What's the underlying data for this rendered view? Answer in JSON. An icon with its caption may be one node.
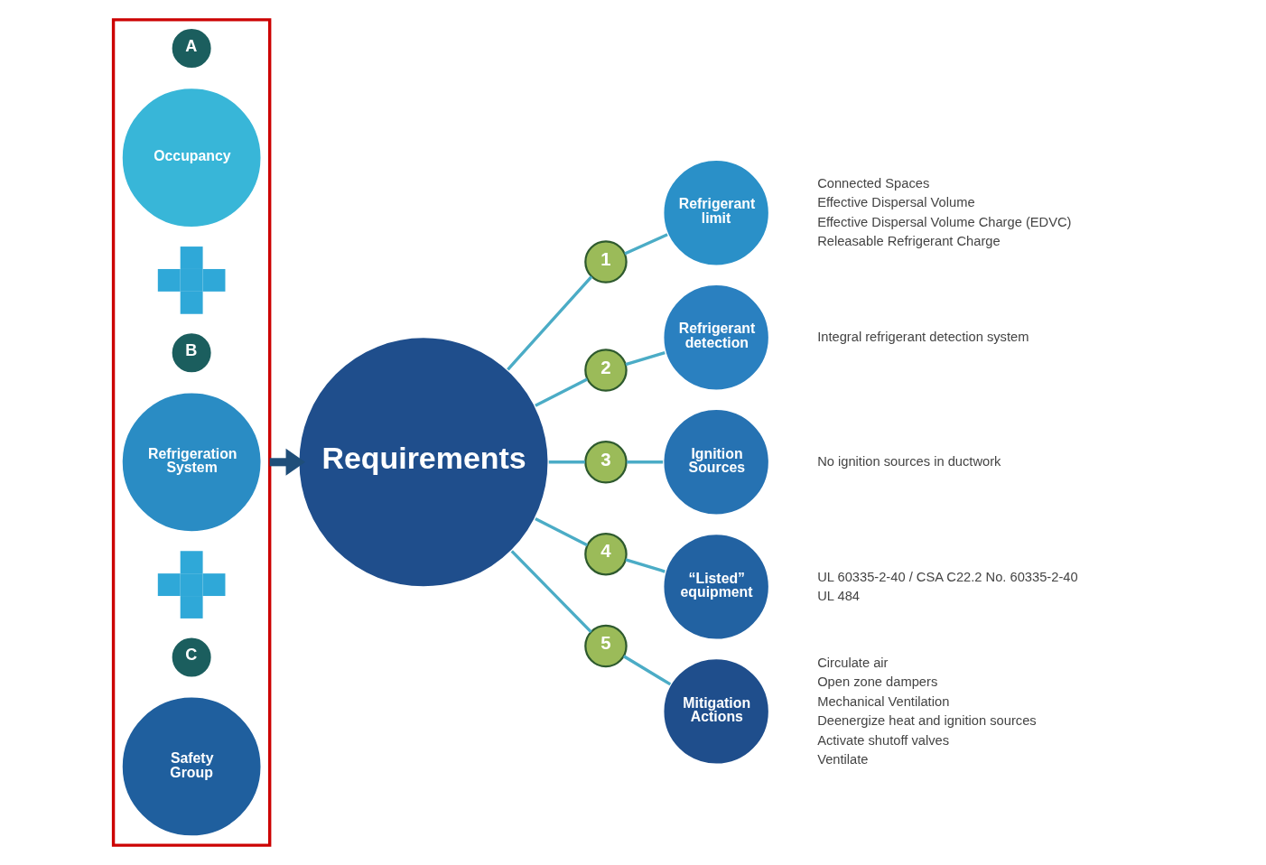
{
  "diagram": {
    "nodes": [
      {
        "text": [],
        "shape": "box"
      },
      {
        "text": [
          "A"
        ],
        "in": 0
      },
      {
        "text": [
          "Occupancy"
        ],
        "in": 0
      },
      {
        "text": [],
        "shape": "plus",
        "in": 0
      },
      {
        "text": [
          "B"
        ],
        "in": 0
      },
      {
        "text": [
          "Refrigeration System"
        ],
        "in": 0
      },
      {
        "text": [],
        "shape": "plus",
        "in": 0
      },
      {
        "text": [
          "C"
        ],
        "in": 0
      },
      {
        "text": [
          "Safety Group"
        ],
        "in": 0
      },
      {
        "text": [
          "Requirements"
        ]
      },
      {
        "text": [
          "1"
        ]
      },
      {
        "text": [
          "Refrigerant limit"
        ],
        "beside": [
          "Connected Spaces",
          "Effective Dispersal Volume",
          "Effective Dispersal Volume Charge (EDVC)",
          "Releasable Refrigerant Charge"
        ]
      },
      {
        "text": [
          "2"
        ]
      },
      {
        "text": [
          "Refrigerant detection"
        ],
        "beside": [
          "Integral refrigerant detection system"
        ]
      },
      {
        "text": [
          "3"
        ]
      },
      {
        "text": [
          "Ignition Sources"
        ],
        "beside": [
          "No ignition sources in ductwork"
        ]
      },
      {
        "text": [
          "4"
        ]
      },
      {
        "text": [
          "“Listed” equipment"
        ],
        "beside": [
          "UL 60335-2-40 / CSA C22.2 No. 60335-2-40",
          "UL 484"
        ]
      },
      {
        "text": [
          "5"
        ]
      },
      {
        "text": [
          "Mitigation Actions"
        ],
        "beside": [
          "Circulate air",
          "Open zone dampers",
          "Mechanical Ventilation",
          "Deenergize heat and ignition sources",
          "Activate shutoff valves",
          "Ventilate"
        ]
      }
    ],
    "edges": [
      {
        "from": 0,
        "to": 9,
        "arrow": "to",
        "style": "thick",
        "color": "#1f4e79"
      },
      {
        "from": 9,
        "to": 10,
        "arrow": "none"
      },
      {
        "from": 10,
        "to": 11,
        "arrow": "none"
      },
      {
        "from": 9,
        "to": 12,
        "arrow": "none"
      },
      {
        "from": 12,
        "to": 13,
        "arrow": "none"
      },
      {
        "from": 9,
        "to": 14,
        "arrow": "none"
      },
      {
        "from": 14,
        "to": 15,
        "arrow": "none"
      },
      {
        "from": 9,
        "to": 16,
        "arrow": "none"
      },
      {
        "from": 16,
        "to": 17,
        "arrow": "none"
      },
      {
        "from": 9,
        "to": 18,
        "arrow": "none"
      },
      {
        "from": 18,
        "to": 19,
        "arrow": "none"
      }
    ]
  }
}
